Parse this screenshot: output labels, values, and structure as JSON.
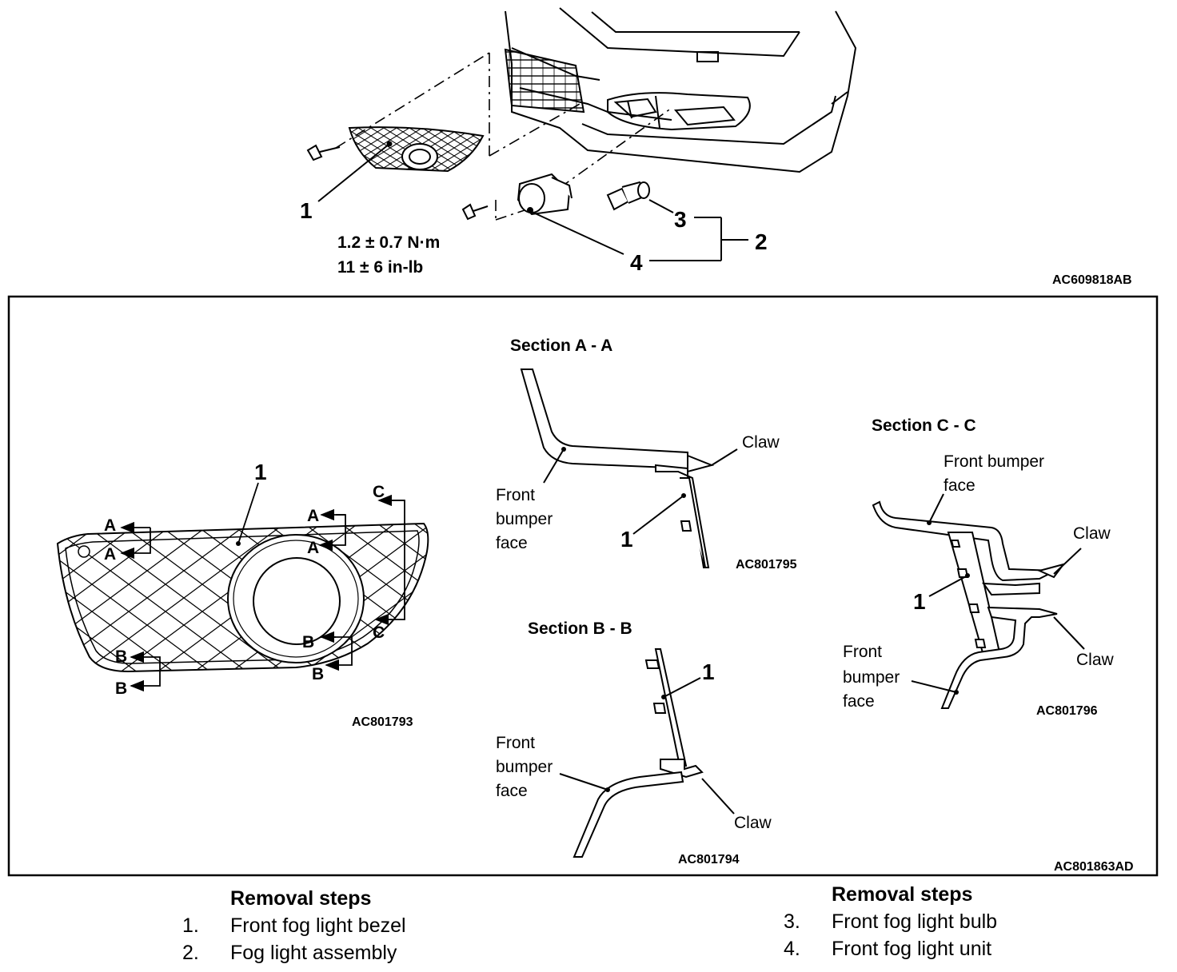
{
  "top_figure": {
    "callouts": {
      "c1": "1",
      "c2": "2",
      "c3": "3",
      "c4": "4"
    },
    "torque_nm": "1.2 ± 0.7 N·m",
    "torque_inlb": "11 ± 6 in-lb",
    "code": "AC609818AB"
  },
  "detail_panel": {
    "bezel": {
      "callout": "1",
      "markers": {
        "a": "A",
        "b": "B",
        "c": "C"
      },
      "code": "AC801793"
    },
    "section_aa": {
      "title": "Section A - A",
      "claw": "Claw",
      "bumper_face": [
        "Front",
        "bumper",
        "face"
      ],
      "callout": "1",
      "code": "AC801795"
    },
    "section_bb": {
      "title": "Section B - B",
      "claw": "Claw",
      "bumper_face": [
        "Front",
        "bumper",
        "face"
      ],
      "callout": "1",
      "code": "AC801794"
    },
    "section_cc": {
      "title": "Section C - C",
      "claw_upper": "Claw",
      "claw_lower": "Claw",
      "bumper_face_top": [
        "Front bumper",
        "face"
      ],
      "bumper_face_bottom": [
        "Front",
        "bumper",
        "face"
      ],
      "callout": "1",
      "code": "AC801796"
    },
    "panel_code": "AC801863AD"
  },
  "removal_left": {
    "heading": "Removal steps",
    "steps": [
      {
        "num": "1.",
        "text": "Front fog light bezel"
      },
      {
        "num": "2.",
        "text": "Fog light assembly"
      }
    ]
  },
  "removal_right": {
    "heading": "Removal steps",
    "steps": [
      {
        "num": "3.",
        "text": "Front fog light bulb"
      },
      {
        "num": "4.",
        "text": "Front fog light unit"
      }
    ]
  }
}
